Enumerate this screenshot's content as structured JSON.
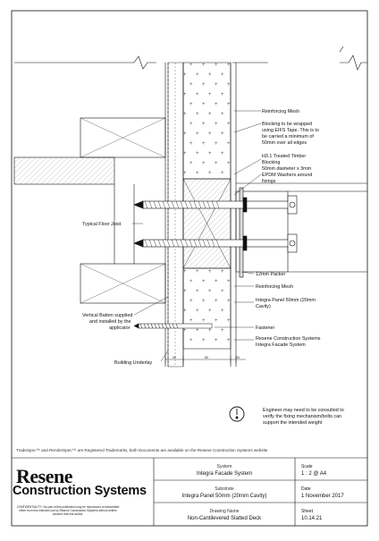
{
  "callouts": {
    "reinforcing_mesh_top": "Reinforcing Mesh",
    "blocking_wrap_1": "Blocking to be wrapped",
    "blocking_wrap_2": "using EIFS Tape. This is to",
    "blocking_wrap_3": "be carried a minimum of",
    "blocking_wrap_4": "50mm over all edges",
    "timber_1": "H3.1 Treated Timber",
    "timber_2": "Blocking",
    "washer_1": "50mm diameter x 3mm",
    "washer_2": "EPDM Washers around",
    "washer_3": "fixings",
    "floor_joist": "Typical Floor Joist",
    "packer": "12mm Packer",
    "reinforcing_mesh_bottom": "Reinforcing Mesh",
    "panel_1": "Integra Panel 50mm (20mm",
    "panel_2": "Cavity)",
    "batten_1": "Vertical Batten supplied",
    "batten_2": "and installed by the",
    "batten_3": "applicator",
    "fastener": "Fastener",
    "system_1": "Resene Construction Systems",
    "system_2": "Integra Facade System",
    "building_underlay": "Building Underlay",
    "dim_1": "20",
    "dim_2": "50",
    "dim_3": "10"
  },
  "engineer_note": {
    "line1": "Engineer may need to be consulted to",
    "line2": "verify the fixing mechanism/bolts can",
    "line3": "support the intended weight"
  },
  "trademark_note": "TradeSpec™ and RenderSpec™ are Registered Trademarks, both Documents are available on the Resene Construction Systems website",
  "title_block": {
    "logo_top": "Resene",
    "logo_bottom": "Construction Systems",
    "confidentiality": "CONFIDENTIALITY: No part of this publication may be reproduced or transmitted either from this intended use by Resene Construction Systems without written consent from the author.",
    "system_label": "System",
    "system_value": "Integra Facade System",
    "substrate_label": "Substrate",
    "substrate_value": "Integra Panel 50mm (20mm Cavity)",
    "drawing_label": "Drawing Name",
    "drawing_value": "Non-Cantilevered Slatted Deck",
    "scale_label": "Scale",
    "scale_value": "1 : 2 @ A4",
    "date_label": "Date",
    "date_value": "1 November 2017",
    "sheet_label": "Sheet",
    "sheet_value": "10.14.21"
  },
  "colors": {
    "line": "#111111",
    "panel_fill": "#ffffff",
    "hatch": "#555555"
  }
}
